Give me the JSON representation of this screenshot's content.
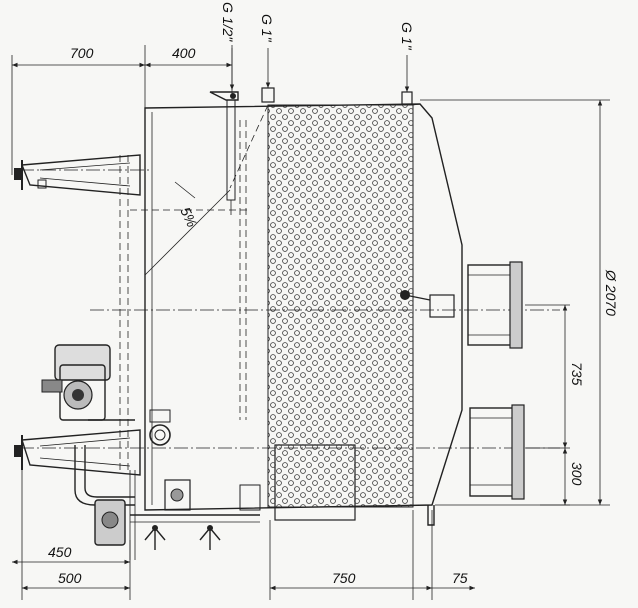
{
  "dimensions": {
    "top_left": "700",
    "top_mid": "400",
    "bottom_left_upper": "450",
    "bottom_left_lower": "500",
    "bottom_mid": "750",
    "bottom_right": "75",
    "right_upper": "735",
    "right_lower": "300",
    "diameter": "Ø 2070",
    "slope": "5%"
  },
  "connections": {
    "left": "G 1/2\"",
    "mid": "G 1\"",
    "right": "G 1\""
  }
}
